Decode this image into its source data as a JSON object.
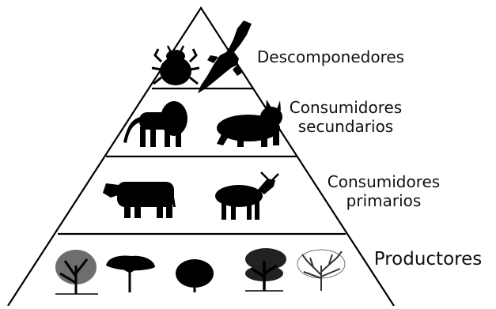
{
  "diagram": {
    "levels": [
      {
        "id": "descomponedores",
        "lines": [
          "Descomponedores"
        ],
        "icons": [
          "tick-silhouette-icon",
          "vulture-silhouette-icon"
        ]
      },
      {
        "id": "secundarios",
        "lines": [
          "Consumidores",
          "secundarios"
        ],
        "icons": [
          "lion-silhouette-icon",
          "lynx-silhouette-icon"
        ]
      },
      {
        "id": "primarios",
        "lines": [
          "Consumidores",
          "primarios"
        ],
        "icons": [
          "cow-silhouette-icon",
          "antelope-silhouette-icon"
        ]
      },
      {
        "id": "productores",
        "lines": [
          "Productores"
        ],
        "icons": [
          "tree-icon-1",
          "acacia-tree-icon",
          "round-tree-icon",
          "baobab-tree-icon",
          "bare-tree-icon"
        ]
      }
    ],
    "colors": {
      "line": "#000000",
      "silhouette": "#000000",
      "text": "#111111",
      "background": "#ffffff"
    }
  }
}
